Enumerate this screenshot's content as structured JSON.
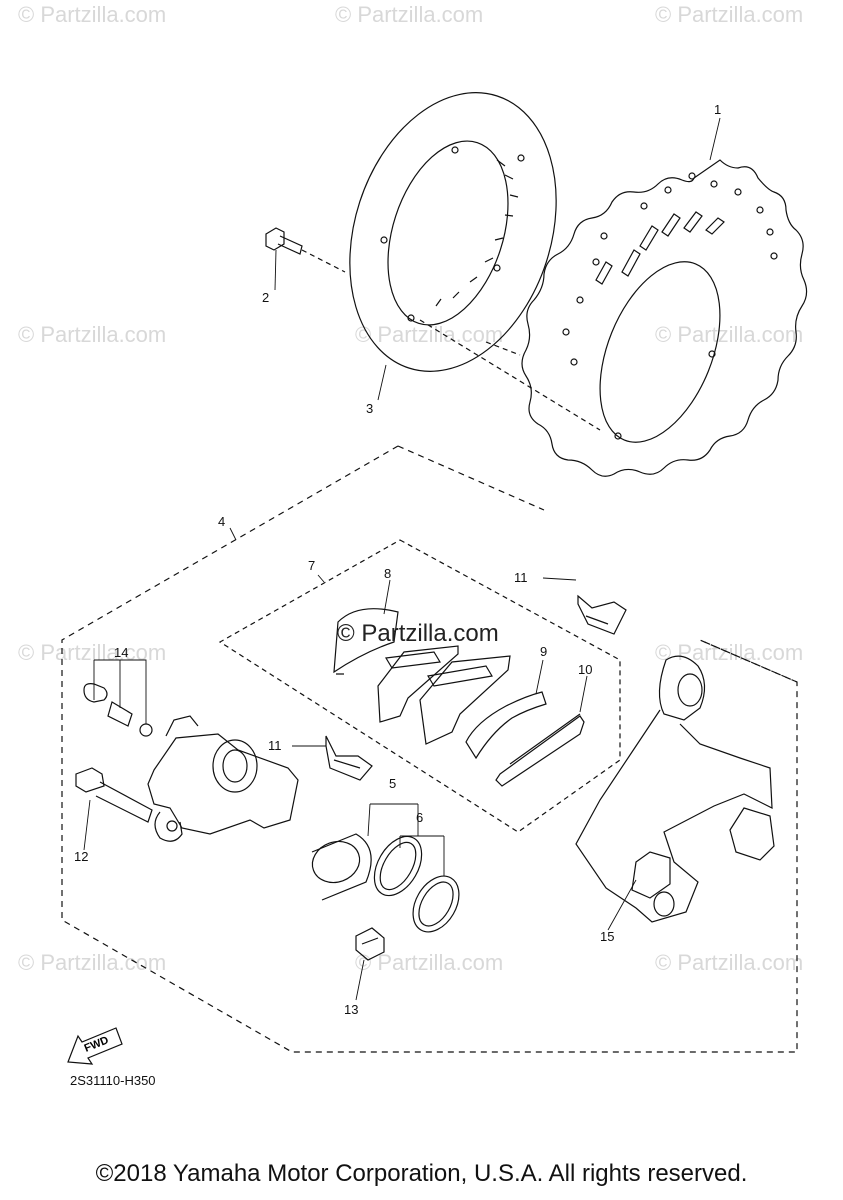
{
  "watermark": "© Partzilla.com",
  "center_watermark": "© Partzilla.com",
  "callouts": {
    "c1": "1",
    "c2": "2",
    "c3": "3",
    "c4": "4",
    "c5": "5",
    "c6": "6",
    "c7": "7",
    "c8": "8",
    "c9": "9",
    "c10": "10",
    "c11a": "11",
    "c11b": "11",
    "c12": "12",
    "c13": "13",
    "c14": "14",
    "c15": "15"
  },
  "fwd": "FWD",
  "drawing_code": "2S31110-H350",
  "copyright": "©2018 Yamaha Motor Corporation, U.S.A. All rights reserved."
}
